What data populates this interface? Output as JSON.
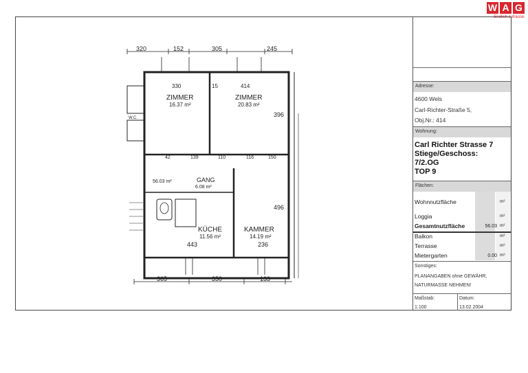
{
  "logo": {
    "letters": [
      "W",
      "A",
      "G"
    ],
    "tagline": "Endlich zuhause."
  },
  "plan": {
    "rooms": [
      {
        "name": "ZIMMER",
        "area": "16.37 m²"
      },
      {
        "name": "ZIMMER",
        "area": "20.83 m²"
      },
      {
        "name": "GANG",
        "area": "6.08 m²"
      },
      {
        "name": "KÜCHE",
        "area": "11.56 m²"
      },
      {
        "name": "KAMMER",
        "area": "14.19 m²"
      }
    ],
    "gang_small": "56.03 m²",
    "dims_top": [
      "320",
      "152",
      "305",
      "245"
    ],
    "dims_bottom": [
      "365",
      "350",
      "133"
    ],
    "dims_inner": [
      "330",
      "15",
      "414",
      "443",
      "236",
      "496",
      "396",
      "42",
      "139",
      "116",
      "150",
      "110"
    ],
    "wc_label": "W.C."
  },
  "title_block": {
    "adresse_label": "Adresse:",
    "city": "4600 Wels",
    "street": "Carl-Richter-Straße 5,",
    "objnr": "Obj.Nr.: 414",
    "wohnung_label": "Wohnung:",
    "wohnung_lines": [
      "Carl Richter Strasse 7",
      "Stiege/Geschoss:",
      "7/2.OG",
      "TOP 9"
    ],
    "flaechen_label": "Flächen:",
    "areas": [
      {
        "label": "Wohnnutzfläche",
        "value": "",
        "unit": "m²"
      },
      {
        "label": "Loggia",
        "value": "",
        "unit": "m²"
      },
      {
        "label": "Gesamtnutzfläche",
        "value": "56.03",
        "unit": "m²"
      },
      {
        "label": "Balkon",
        "value": "",
        "unit": "m²"
      },
      {
        "label": "Terrasse",
        "value": "",
        "unit": "m²"
      },
      {
        "label": "Mietergarten",
        "value": "0.00",
        "unit": "m²"
      }
    ],
    "sonstiges_label": "Sonstiges:",
    "sonstiges_lines": [
      "PLANANGABEN ohne GEWÄHR,",
      "NATURMASSE NEHMEN!"
    ],
    "massstab_label": "Maßstab:",
    "massstab_value": "1:100",
    "datum_label": "Datum:",
    "datum_value": "13.02.2004"
  }
}
